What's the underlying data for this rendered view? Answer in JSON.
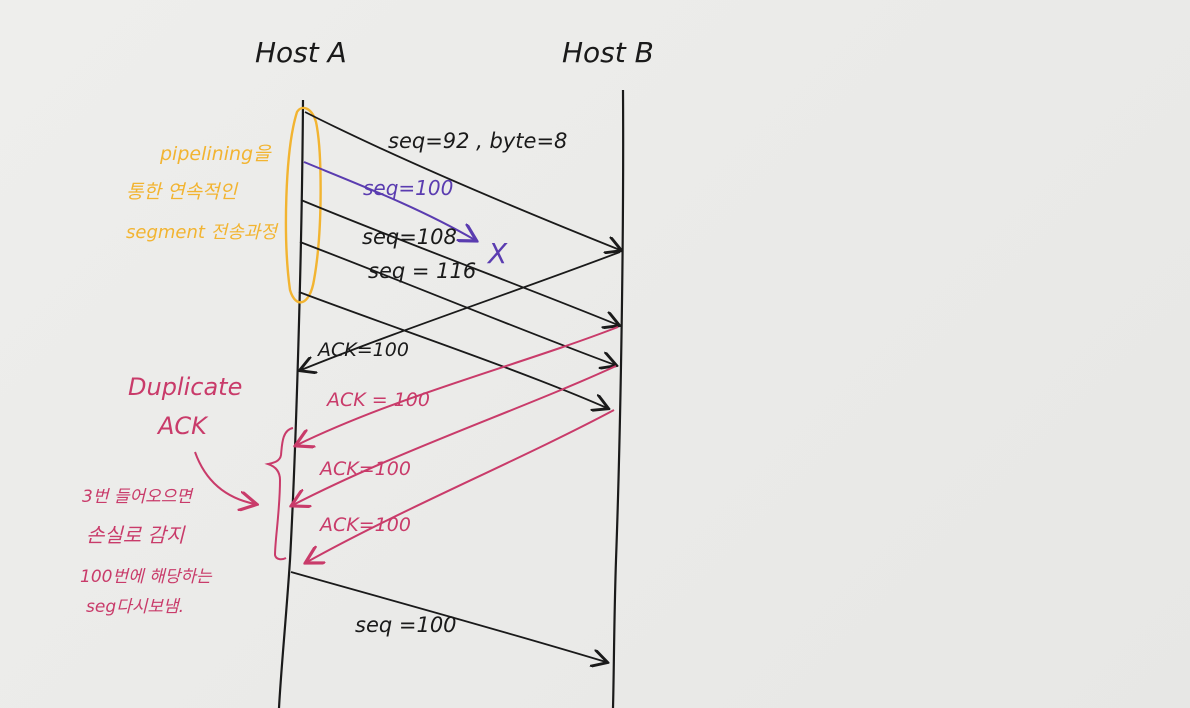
{
  "colors": {
    "ink": "#1a1a1a",
    "purple": "#5a3cb0",
    "pink": "#c93b6a",
    "yellow": "#f2b431",
    "background": "#ebebea"
  },
  "hosts": {
    "a": "Host A",
    "b": "Host B"
  },
  "segments": {
    "seq92": "seq=92 , byte=8",
    "seq100_lost": "seq=100",
    "lost_mark": "X",
    "seq108": "seq=108",
    "seq116": "seq = 116"
  },
  "acks": {
    "ack1": "ACK=100",
    "ack2": "ACK = 100",
    "ack3": "ACK=100",
    "ack4": "ACK=100"
  },
  "retransmit": {
    "seq100": "seq =100"
  },
  "notes": {
    "pipelining_line1": "pipelining을",
    "pipelining_line2": "통한 연속적인",
    "pipelining_line3": "segment 전송과정",
    "duplicate_line1": "Duplicate",
    "duplicate_line2": "ACK",
    "loss_line1": "3번 들어오으면",
    "loss_line2": "손실로 감지",
    "loss_line3": "100번에 해당하는",
    "loss_line4": "seg다시보냄."
  }
}
